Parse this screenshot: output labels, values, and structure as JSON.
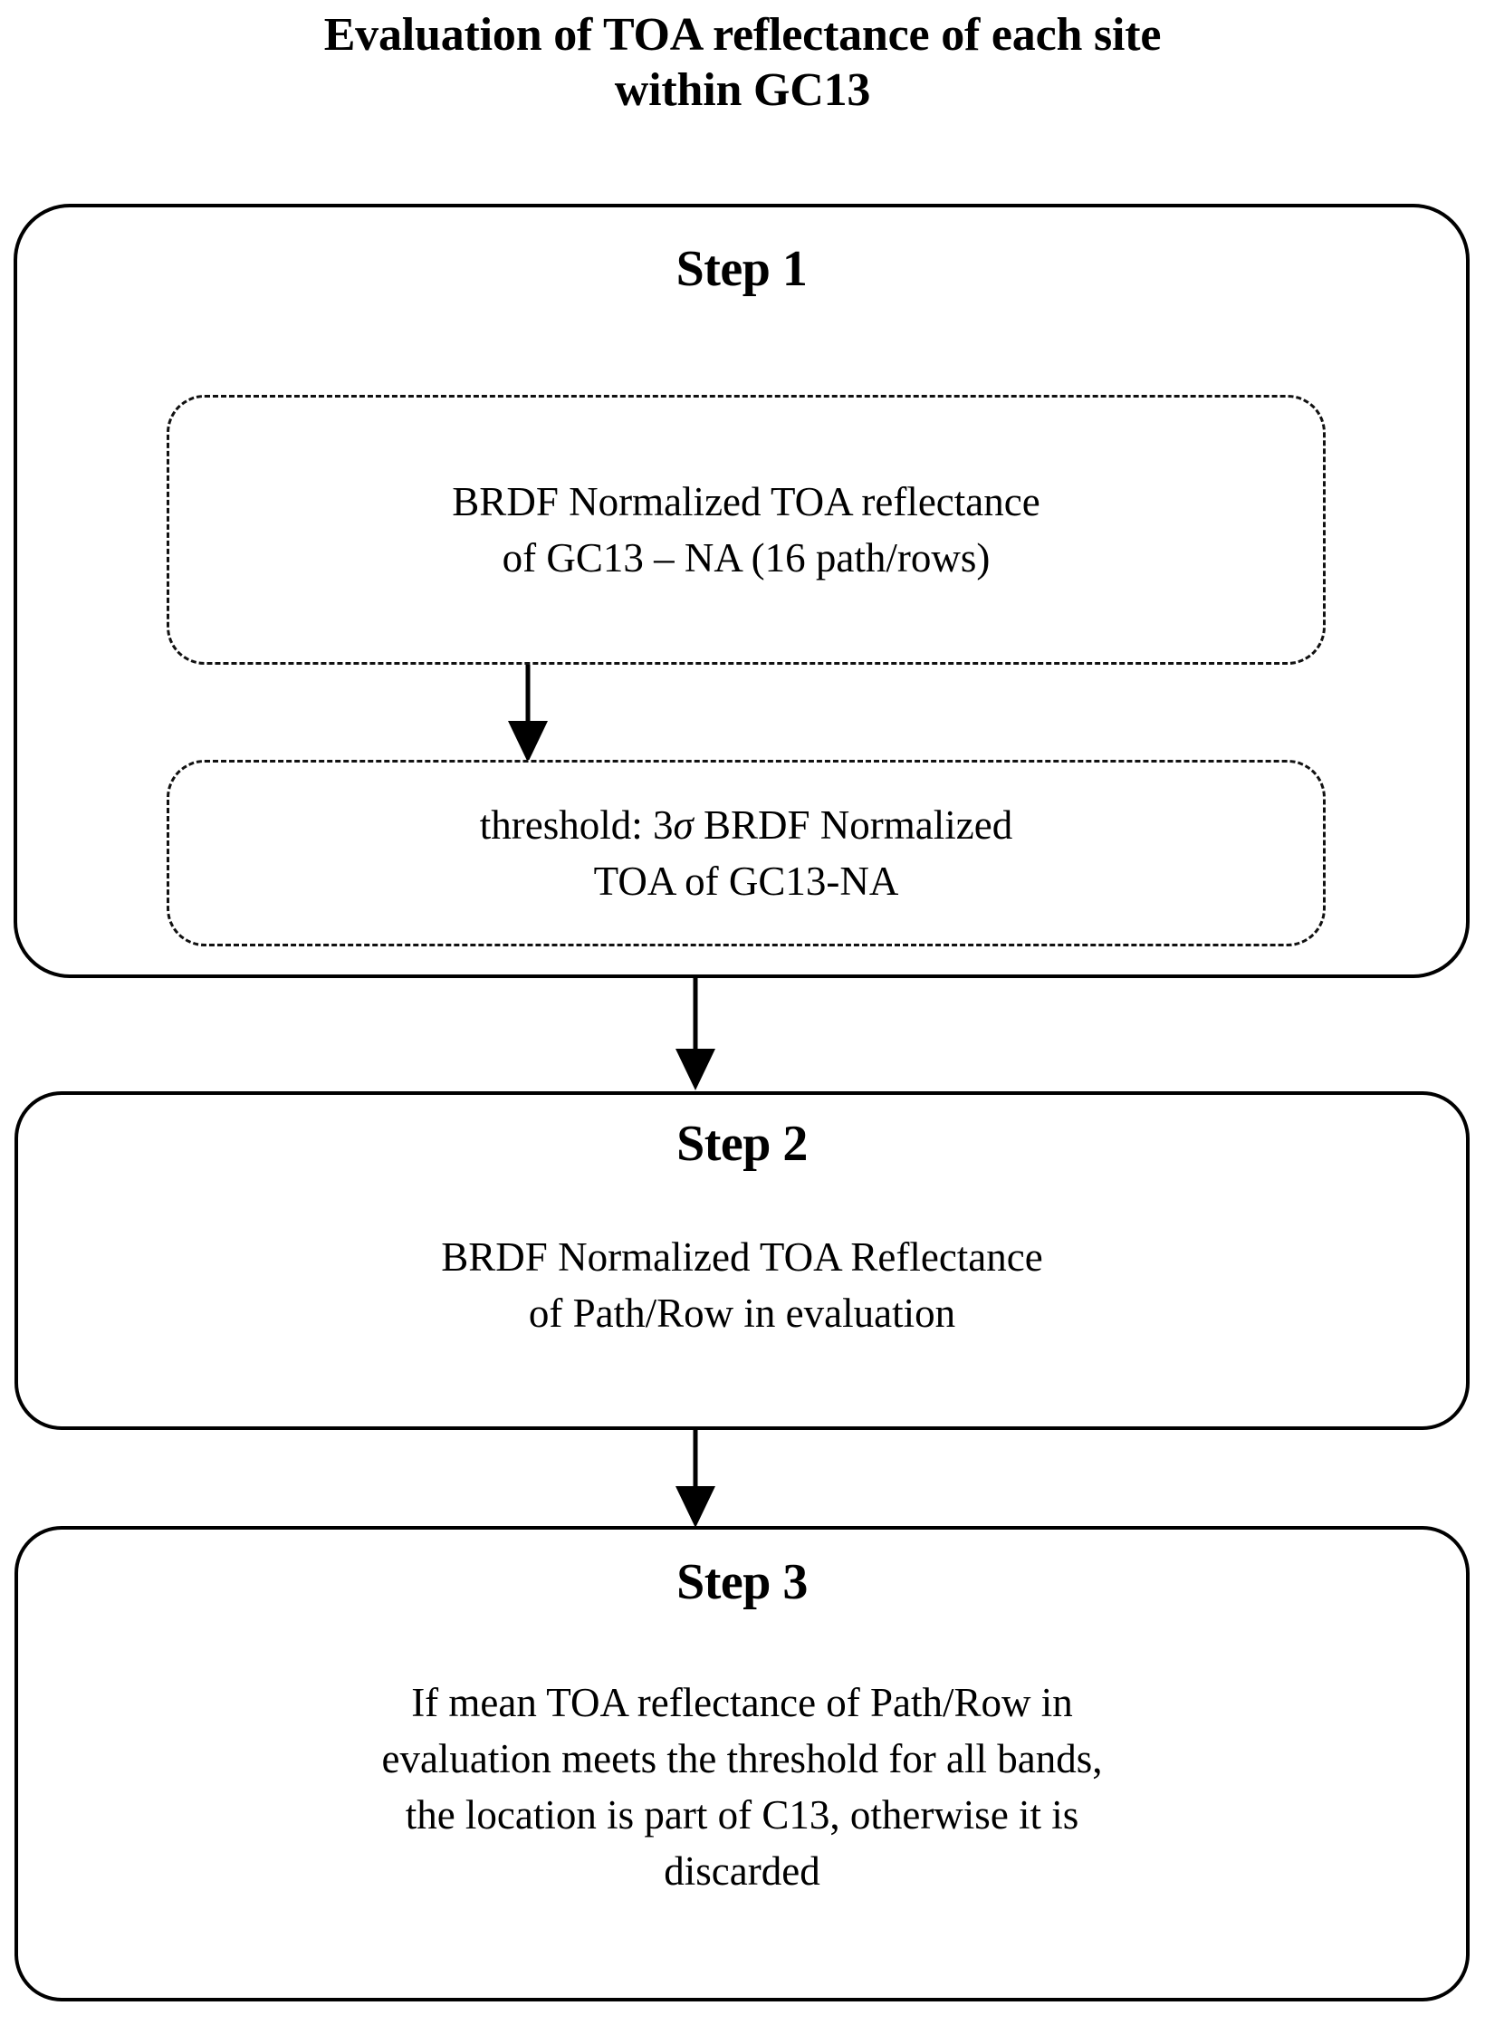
{
  "figure": {
    "title_line_1": "Evaluation of TOA reflectance of each site",
    "title_line_2": "within GC13"
  },
  "steps": [
    {
      "heading": "Step 1",
      "inner_boxes": [
        {
          "line_1": "BRDF Normalized TOA reflectance",
          "line_2": "of GC13 – NA (16 path/rows)"
        },
        {
          "line_1_pre": "threshold: 3",
          "line_1_sigma": "σ",
          "line_1_post": " BRDF Normalized",
          "line_2": "TOA of GC13-NA"
        }
      ]
    },
    {
      "heading": "Step 2",
      "body_line_1": "BRDF Normalized TOA Reflectance",
      "body_line_2": "of Path/Row in evaluation"
    },
    {
      "heading": "Step 3",
      "body_line_1": "If mean TOA reflectance of Path/Row in",
      "body_line_2": "evaluation meets the threshold for all bands,",
      "body_line_3": "the location is part of C13, otherwise it is",
      "body_line_4": "discarded"
    }
  ],
  "connectors": [
    {
      "name": "threshold-arrow",
      "from": "brdf-normalized-toa-box",
      "to": "threshold-box"
    },
    {
      "name": "step1-to-step2-arrow",
      "from": "step-1",
      "to": "step-2"
    },
    {
      "name": "step2-to-step3-arrow",
      "from": "step-2",
      "to": "step-3"
    }
  ],
  "colors": {
    "stroke": "#000000",
    "background": "#ffffff"
  }
}
